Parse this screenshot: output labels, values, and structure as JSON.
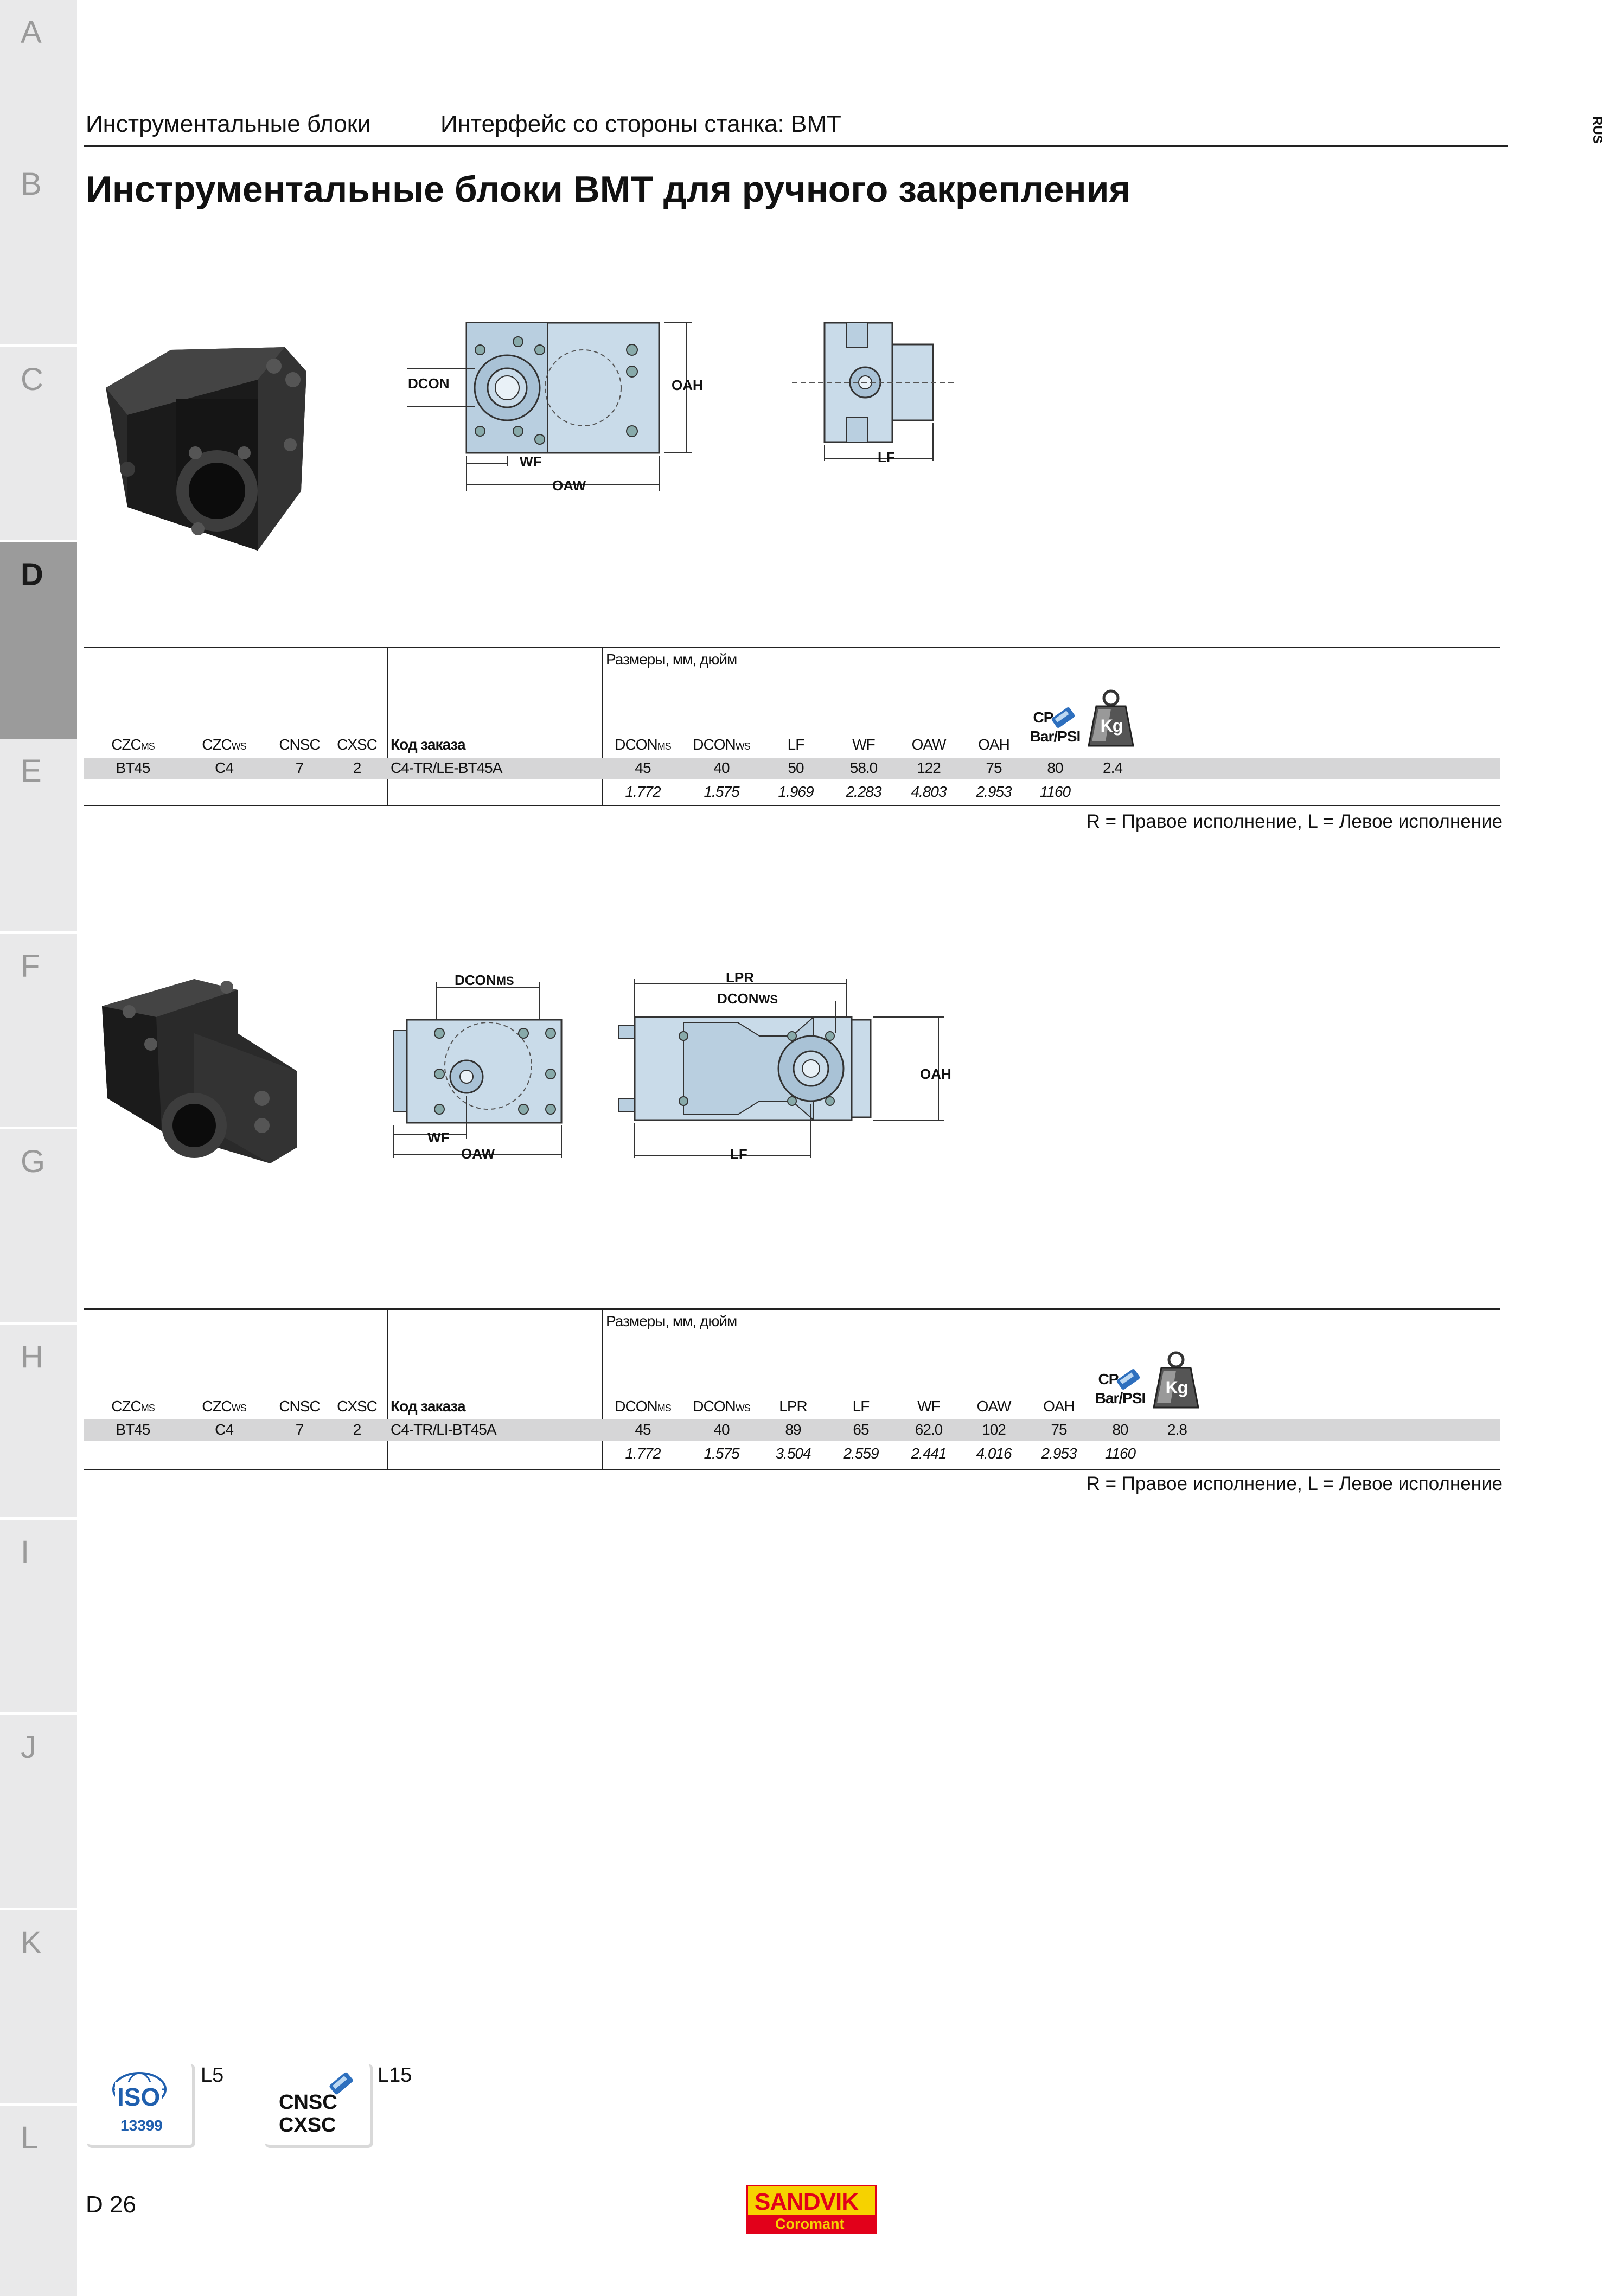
{
  "side_tabs": [
    "A",
    "B",
    "C",
    "D",
    "E",
    "F",
    "G",
    "H",
    "I",
    "J",
    "K",
    "L"
  ],
  "active_tab": "D",
  "header": {
    "section": "Инструментальные блоки",
    "interface": "Интерфейс со стороны станка: BMT",
    "lang": "RUS"
  },
  "title": "Инструментальные блоки BMT для ручного закрепления",
  "block1": {
    "diagram_labels": {
      "dcon": "DCON",
      "oah": "OAH",
      "wf": "WF",
      "oaw": "OAW",
      "lf": "LF"
    },
    "dims_caption": "Размеры, мм, дюйм",
    "columns": {
      "czc_ms": "CZC",
      "czc_ms_sub": "MS",
      "czc_ws": "CZC",
      "czc_ws_sub": "WS",
      "cnsc": "CNSC",
      "cxsc": "CXSC",
      "order_code": "Код заказа",
      "dcon_ms": "DCON",
      "dcon_ms_sub": "MS",
      "dcon_ws": "DCON",
      "dcon_ws_sub": "WS",
      "lf": "LF",
      "wf": "WF",
      "oaw": "OAW",
      "oah": "OAH",
      "cp": "CP",
      "bar_psi": "Bar/PSI",
      "kg": "Kg"
    },
    "row": {
      "czc_ms": "BT45",
      "czc_ws": "C4",
      "cnsc": "7",
      "cxsc": "2",
      "order_code": "C4-TR/LE-BT45A",
      "dcon_ms": "45",
      "dcon_ws": "40",
      "lf": "50",
      "wf": "58.0",
      "oaw": "122",
      "oah": "75",
      "cp": "80",
      "weight": "2.4"
    },
    "row_inch": {
      "dcon_ms": "1.772",
      "dcon_ws": "1.575",
      "lf": "1.969",
      "wf": "2.283",
      "oaw": "4.803",
      "oah": "2.953",
      "cp": "1160"
    },
    "note": "R = Правое исполнение, L = Левое исполнение"
  },
  "block2": {
    "diagram_labels": {
      "dcon_ms": "DCON",
      "dcon_ms_sub": "MS",
      "lpr": "LPR",
      "dcon_ws": "DCON",
      "dcon_ws_sub": "WS",
      "oah": "OAH",
      "wf": "WF",
      "oaw": "OAW",
      "lf": "LF"
    },
    "dims_caption": "Размеры, мм, дюйм",
    "columns": {
      "czc_ms": "CZC",
      "czc_ms_sub": "MS",
      "czc_ws": "CZC",
      "czc_ws_sub": "WS",
      "cnsc": "CNSC",
      "cxsc": "CXSC",
      "order_code": "Код заказа",
      "dcon_ms": "DCON",
      "dcon_ms_sub": "MS",
      "dcon_ws": "DCON",
      "dcon_ws_sub": "WS",
      "lpr": "LPR",
      "lf": "LF",
      "wf": "WF",
      "oaw": "OAW",
      "oah": "OAH",
      "cp": "CP",
      "bar_psi": "Bar/PSI",
      "kg": "Kg"
    },
    "row": {
      "czc_ms": "BT45",
      "czc_ws": "C4",
      "cnsc": "7",
      "cxsc": "2",
      "order_code": "C4-TR/LI-BT45A",
      "dcon_ms": "45",
      "dcon_ws": "40",
      "lpr": "89",
      "lf": "65",
      "wf": "62.0",
      "oaw": "102",
      "oah": "75",
      "cp": "80",
      "weight": "2.8"
    },
    "row_inch": {
      "dcon_ms": "1.772",
      "dcon_ws": "1.575",
      "lpr": "3.504",
      "lf": "2.559",
      "wf": "2.441",
      "oaw": "4.016",
      "oah": "2.953",
      "cp": "1160"
    },
    "note": "R = Правое исполнение, L = Левое исполнение"
  },
  "footer": {
    "iso_ref": "L5",
    "iso_text": "ISO",
    "iso_num": "13399",
    "cnsc_ref": "L15",
    "cnsc_text": "CNSC",
    "cxsc_text": "CXSC",
    "page": "D 26",
    "brand": "SANDVIK",
    "brand_sub": "Coromant"
  },
  "colors": {
    "brand_yellow": "#f6d200",
    "brand_red": "#e2001a",
    "iso_blue": "#1f5fae",
    "tab_gray": "#e9e9ea",
    "active_tab": "#9b9b9b",
    "row_band": "#d6d6d7",
    "drawing_fill": "#c9dbe9"
  }
}
